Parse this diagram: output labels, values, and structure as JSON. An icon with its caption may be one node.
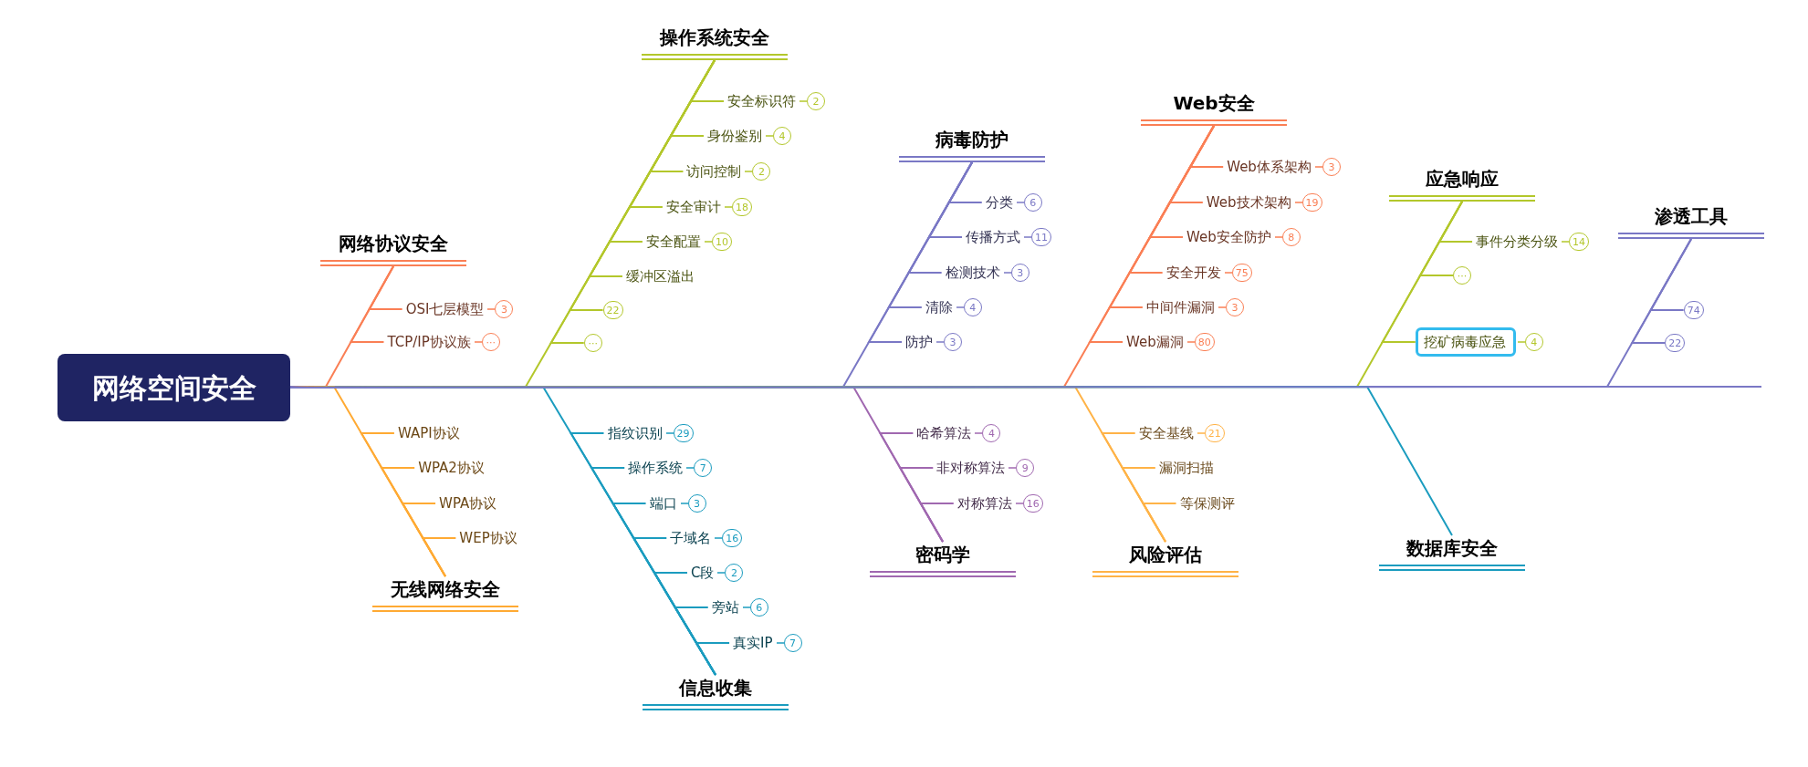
{
  "diagram": {
    "nodes": [
      {
        "text": [
          "网络空间安全"
        ]
      },
      {
        "text": [
          "网络协议安全"
        ]
      },
      {
        "text": [
          "OSI七层模型"
        ]
      },
      {
        "text": [
          "3"
        ]
      },
      {
        "text": [
          "TCP/IP协议族"
        ]
      },
      {
        "text": [
          "···"
        ]
      },
      {
        "text": [
          "无线网络安全"
        ]
      },
      {
        "text": [
          "WAPI协议"
        ]
      },
      {
        "text": [
          "WPA2协议"
        ]
      },
      {
        "text": [
          "WPA协议"
        ]
      },
      {
        "text": [
          "WEP协议"
        ]
      },
      {
        "text": [
          "操作系统安全"
        ]
      },
      {
        "text": [
          "安全标识符"
        ]
      },
      {
        "text": [
          "2"
        ]
      },
      {
        "text": [
          "身份鉴别"
        ]
      },
      {
        "text": [
          "4"
        ]
      },
      {
        "text": [
          "访问控制"
        ]
      },
      {
        "text": [
          "2"
        ]
      },
      {
        "text": [
          "安全审计"
        ]
      },
      {
        "text": [
          "18"
        ]
      },
      {
        "text": [
          "安全配置"
        ]
      },
      {
        "text": [
          "10"
        ]
      },
      {
        "text": [
          "缓冲区溢出"
        ]
      },
      {
        "text": [
          "22"
        ]
      },
      {
        "text": [
          "···"
        ]
      },
      {
        "text": [
          "信息收集"
        ]
      },
      {
        "text": [
          "指纹识别"
        ]
      },
      {
        "text": [
          "29"
        ]
      },
      {
        "text": [
          "操作系统"
        ]
      },
      {
        "text": [
          "7"
        ]
      },
      {
        "text": [
          "端口"
        ]
      },
      {
        "text": [
          "3"
        ]
      },
      {
        "text": [
          "子域名"
        ]
      },
      {
        "text": [
          "16"
        ]
      },
      {
        "text": [
          "C段"
        ]
      },
      {
        "text": [
          "2"
        ]
      },
      {
        "text": [
          "旁站"
        ]
      },
      {
        "text": [
          "6"
        ]
      },
      {
        "text": [
          "真实IP"
        ]
      },
      {
        "text": [
          "7"
        ]
      },
      {
        "text": [
          "病毒防护"
        ]
      },
      {
        "text": [
          "分类"
        ]
      },
      {
        "text": [
          "6"
        ]
      },
      {
        "text": [
          "传播方式"
        ]
      },
      {
        "text": [
          "11"
        ]
      },
      {
        "text": [
          "检测技术"
        ]
      },
      {
        "text": [
          "3"
        ]
      },
      {
        "text": [
          "清除"
        ]
      },
      {
        "text": [
          "4"
        ]
      },
      {
        "text": [
          "防护"
        ]
      },
      {
        "text": [
          "3"
        ]
      },
      {
        "text": [
          "密码学"
        ]
      },
      {
        "text": [
          "哈希算法"
        ]
      },
      {
        "text": [
          "4"
        ]
      },
      {
        "text": [
          "非对称算法"
        ]
      },
      {
        "text": [
          "9"
        ]
      },
      {
        "text": [
          "对称算法"
        ]
      },
      {
        "text": [
          "16"
        ]
      },
      {
        "text": [
          "Web安全"
        ]
      },
      {
        "text": [
          "Web体系架构"
        ]
      },
      {
        "text": [
          "3"
        ]
      },
      {
        "text": [
          "Web技术架构"
        ]
      },
      {
        "text": [
          "19"
        ]
      },
      {
        "text": [
          "Web安全防护"
        ]
      },
      {
        "text": [
          "8"
        ]
      },
      {
        "text": [
          "安全开发"
        ]
      },
      {
        "text": [
          "75"
        ]
      },
      {
        "text": [
          "中间件漏洞"
        ]
      },
      {
        "text": [
          "3"
        ]
      },
      {
        "text": [
          "Web漏洞"
        ]
      },
      {
        "text": [
          "80"
        ]
      },
      {
        "text": [
          "风险评估"
        ]
      },
      {
        "text": [
          "安全基线"
        ]
      },
      {
        "text": [
          "21"
        ]
      },
      {
        "text": [
          "漏洞扫描"
        ]
      },
      {
        "text": [
          "等保测评"
        ]
      },
      {
        "text": [
          "应急响应"
        ]
      },
      {
        "text": [
          "事件分类分级"
        ]
      },
      {
        "text": [
          "14"
        ]
      },
      {
        "text": [
          "···"
        ]
      },
      {
        "text": [
          "挖矿病毒应急"
        ]
      },
      {
        "text": [
          "4"
        ]
      },
      {
        "text": [
          "数据库安全"
        ]
      },
      {
        "text": [
          "渗透工具"
        ]
      },
      {
        "text": [
          "74"
        ]
      },
      {
        "text": [
          "22"
        ]
      }
    ],
    "edges": [
      {
        "from": 0,
        "to": 1,
        "arrow": "none",
        "color": "#fa7f55"
      },
      {
        "from": 1,
        "to": 2,
        "arrow": "none",
        "color": "#fa7f55"
      },
      {
        "from": 2,
        "to": 3,
        "arrow": "none",
        "color": "#fa7f55"
      },
      {
        "from": 1,
        "to": 4,
        "arrow": "none",
        "color": "#fa7f55"
      },
      {
        "from": 4,
        "to": 5,
        "arrow": "none",
        "color": "#fa7f55"
      },
      {
        "from": 0,
        "to": 6,
        "arrow": "none",
        "color": "#ffaa33"
      },
      {
        "from": 6,
        "to": 7,
        "arrow": "none",
        "color": "#ffaa33"
      },
      {
        "from": 6,
        "to": 8,
        "arrow": "none",
        "color": "#ffaa33"
      },
      {
        "from": 6,
        "to": 9,
        "arrow": "none",
        "color": "#ffaa33"
      },
      {
        "from": 6,
        "to": 10,
        "arrow": "none",
        "color": "#ffaa33"
      },
      {
        "from": 0,
        "to": 11,
        "arrow": "none",
        "color": "#b3c72b"
      },
      {
        "from": 11,
        "to": 12,
        "arrow": "none",
        "color": "#b3c72b"
      },
      {
        "from": 12,
        "to": 13,
        "arrow": "none",
        "color": "#b3c72b"
      },
      {
        "from": 11,
        "to": 14,
        "arrow": "none",
        "color": "#b3c72b"
      },
      {
        "from": 14,
        "to": 15,
        "arrow": "none",
        "color": "#b3c72b"
      },
      {
        "from": 11,
        "to": 16,
        "arrow": "none",
        "color": "#b3c72b"
      },
      {
        "from": 16,
        "to": 17,
        "arrow": "none",
        "color": "#b3c72b"
      },
      {
        "from": 11,
        "to": 18,
        "arrow": "none",
        "color": "#b3c72b"
      },
      {
        "from": 18,
        "to": 19,
        "arrow": "none",
        "color": "#b3c72b"
      },
      {
        "from": 11,
        "to": 20,
        "arrow": "none",
        "color": "#b3c72b"
      },
      {
        "from": 20,
        "to": 21,
        "arrow": "none",
        "color": "#b3c72b"
      },
      {
        "from": 11,
        "to": 22,
        "arrow": "none",
        "color": "#b3c72b"
      },
      {
        "from": 11,
        "to": 23,
        "arrow": "none",
        "color": "#b3c72b"
      },
      {
        "from": 11,
        "to": 24,
        "arrow": "none",
        "color": "#b3c72b"
      },
      {
        "from": 0,
        "to": 25,
        "arrow": "none",
        "color": "#1b9cbf"
      },
      {
        "from": 25,
        "to": 26,
        "arrow": "none",
        "color": "#1b9cbf"
      },
      {
        "from": 26,
        "to": 27,
        "arrow": "none",
        "color": "#1b9cbf"
      },
      {
        "from": 25,
        "to": 28,
        "arrow": "none",
        "color": "#1b9cbf"
      },
      {
        "from": 28,
        "to": 29,
        "arrow": "none",
        "color": "#1b9cbf"
      },
      {
        "from": 25,
        "to": 30,
        "arrow": "none",
        "color": "#1b9cbf"
      },
      {
        "from": 30,
        "to": 31,
        "arrow": "none",
        "color": "#1b9cbf"
      },
      {
        "from": 25,
        "to": 32,
        "arrow": "none",
        "color": "#1b9cbf"
      },
      {
        "from": 32,
        "to": 33,
        "arrow": "none",
        "color": "#1b9cbf"
      },
      {
        "from": 25,
        "to": 34,
        "arrow": "none",
        "color": "#1b9cbf"
      },
      {
        "from": 34,
        "to": 35,
        "arrow": "none",
        "color": "#1b9cbf"
      },
      {
        "from": 25,
        "to": 36,
        "arrow": "none",
        "color": "#1b9cbf"
      },
      {
        "from": 36,
        "to": 37,
        "arrow": "none",
        "color": "#1b9cbf"
      },
      {
        "from": 25,
        "to": 38,
        "arrow": "none",
        "color": "#1b9cbf"
      },
      {
        "from": 38,
        "to": 39,
        "arrow": "none",
        "color": "#1b9cbf"
      },
      {
        "from": 0,
        "to": 40,
        "arrow": "none",
        "color": "#7a78c5"
      },
      {
        "from": 40,
        "to": 41,
        "arrow": "none",
        "color": "#7a78c5"
      },
      {
        "from": 41,
        "to": 42,
        "arrow": "none",
        "color": "#7a78c5"
      },
      {
        "from": 40,
        "to": 43,
        "arrow": "none",
        "color": "#7a78c5"
      },
      {
        "from": 43,
        "to": 44,
        "arrow": "none",
        "color": "#7a78c5"
      },
      {
        "from": 40,
        "to": 45,
        "arrow": "none",
        "color": "#7a78c5"
      },
      {
        "from": 45,
        "to": 46,
        "arrow": "none",
        "color": "#7a78c5"
      },
      {
        "from": 40,
        "to": 47,
        "arrow": "none",
        "color": "#7a78c5"
      },
      {
        "from": 47,
        "to": 48,
        "arrow": "none",
        "color": "#7a78c5"
      },
      {
        "from": 40,
        "to": 49,
        "arrow": "none",
        "color": "#7a78c5"
      },
      {
        "from": 49,
        "to": 50,
        "arrow": "none",
        "color": "#7a78c5"
      },
      {
        "from": 0,
        "to": 51,
        "arrow": "none",
        "color": "#a068b0"
      },
      {
        "from": 51,
        "to": 52,
        "arrow": "none",
        "color": "#a068b0"
      },
      {
        "from": 52,
        "to": 53,
        "arrow": "none",
        "color": "#a068b0"
      },
      {
        "from": 51,
        "to": 54,
        "arrow": "none",
        "color": "#a068b0"
      },
      {
        "from": 54,
        "to": 55,
        "arrow": "none",
        "color": "#a068b0"
      },
      {
        "from": 51,
        "to": 56,
        "arrow": "none",
        "color": "#a068b0"
      },
      {
        "from": 56,
        "to": 57,
        "arrow": "none",
        "color": "#a068b0"
      },
      {
        "from": 0,
        "to": 58,
        "arrow": "none",
        "color": "#fa7f55"
      },
      {
        "from": 58,
        "to": 59,
        "arrow": "none",
        "color": "#fa7f55"
      },
      {
        "from": 59,
        "to": 60,
        "arrow": "none",
        "color": "#fa7f55"
      },
      {
        "from": 58,
        "to": 61,
        "arrow": "none",
        "color": "#fa7f55"
      },
      {
        "from": 61,
        "to": 62,
        "arrow": "none",
        "color": "#fa7f55"
      },
      {
        "from": 58,
        "to": 63,
        "arrow": "none",
        "color": "#fa7f55"
      },
      {
        "from": 63,
        "to": 64,
        "arrow": "none",
        "color": "#fa7f55"
      },
      {
        "from": 58,
        "to": 65,
        "arrow": "none",
        "color": "#fa7f55"
      },
      {
        "from": 65,
        "to": 66,
        "arrow": "none",
        "color": "#fa7f55"
      },
      {
        "from": 58,
        "to": 67,
        "arrow": "none",
        "color": "#fa7f55"
      },
      {
        "from": 67,
        "to": 68,
        "arrow": "none",
        "color": "#fa7f55"
      },
      {
        "from": 58,
        "to": 69,
        "arrow": "none",
        "color": "#fa7f55"
      },
      {
        "from": 69,
        "to": 70,
        "arrow": "none",
        "color": "#fa7f55"
      },
      {
        "from": 0,
        "to": 71,
        "arrow": "none",
        "color": "#ffb347"
      },
      {
        "from": 71,
        "to": 72,
        "arrow": "none",
        "color": "#ffb347"
      },
      {
        "from": 72,
        "to": 73,
        "arrow": "none",
        "color": "#ffb347"
      },
      {
        "from": 71,
        "to": 74,
        "arrow": "none",
        "color": "#ffb347"
      },
      {
        "from": 71,
        "to": 75,
        "arrow": "none",
        "color": "#ffb347"
      },
      {
        "from": 0,
        "to": 76,
        "arrow": "none",
        "color": "#b3c72b"
      },
      {
        "from": 76,
        "to": 77,
        "arrow": "none",
        "color": "#b3c72b"
      },
      {
        "from": 77,
        "to": 78,
        "arrow": "none",
        "color": "#b3c72b"
      },
      {
        "from": 76,
        "to": 79,
        "arrow": "none",
        "color": "#b3c72b"
      },
      {
        "from": 76,
        "to": 80,
        "arrow": "none",
        "color": "#b3c72b"
      },
      {
        "from": 80,
        "to": 81,
        "arrow": "none",
        "color": "#b3c72b"
      },
      {
        "from": 0,
        "to": 82,
        "arrow": "none",
        "color": "#1b9cbf"
      },
      {
        "from": 0,
        "to": 83,
        "arrow": "none",
        "color": "#7a78c5"
      },
      {
        "from": 83,
        "to": 84,
        "arrow": "none",
        "color": "#7a78c5"
      },
      {
        "from": 83,
        "to": 85,
        "arrow": "none",
        "color": "#7a78c5"
      }
    ]
  }
}
